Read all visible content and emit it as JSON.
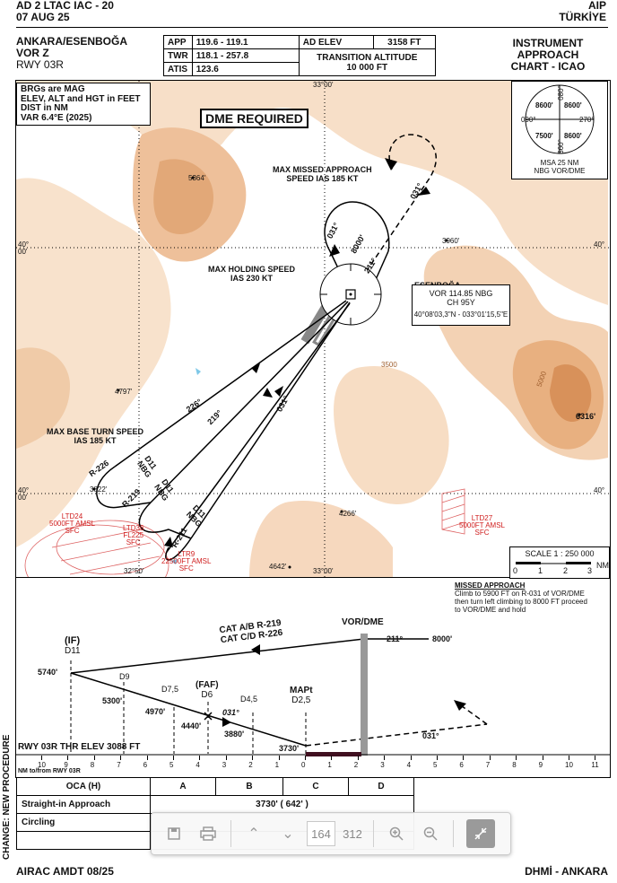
{
  "header": {
    "doc_id": "AD 2 LTAC IAC - 20",
    "date": "07 AUG 25",
    "aip": "AIP",
    "country": "TÜRKİYE"
  },
  "title": {
    "airport": "ANKARA/ESENBOĞA",
    "procedure": "VOR Z",
    "runway": "RWY 03R",
    "chart_type_1": "INSTRUMENT",
    "chart_type_2": "APPROACH",
    "chart_type_3": "CHART - ICAO"
  },
  "frequencies": {
    "app_label": "APP",
    "app": "119.6 - 119.1",
    "twr_label": "TWR",
    "twr": "118.1 - 257.8",
    "atis_label": "ATIS",
    "atis": "123.6",
    "elev_label": "AD ELEV",
    "elev": "3158 FT",
    "ta_label": "TRANSITION ALTITUDE",
    "ta": "10 000 FT"
  },
  "notes": {
    "l1": "BRGs are MAG",
    "l2": "ELEV, ALT and HGT in FEET",
    "l3": "DIST in NM",
    "l4": "VAR 6.4°E (2025)"
  },
  "dme_required": "DME REQUIRED",
  "plan": {
    "max_missed": "MAX MISSED APPROACH",
    "missed_speed": "SPEED IAS 185 KT",
    "max_holding": "MAX HOLDING SPEED",
    "holding_speed": "IAS 230 KT",
    "max_base": "MAX BASE TURN SPEED",
    "base_speed": "IAS 185 KT",
    "lat_top": "33°00'",
    "lat_bottom": "33°00'",
    "lat40a": "40°",
    "lat40b": "40°",
    "lat40c": "40°",
    "lat40d": "40°",
    "lat_bl": "32°50'",
    "lat00a": "00'",
    "lat00b": "00'",
    "vor_name": "ESENBOĞA",
    "vor_freq": "VOR 114.85 NBG",
    "vor_ch": "CH 95Y",
    "vor_coord": "40°08'03,3\"N - 033°01'15,5\"E",
    "brg_031a": "031°",
    "brg_031b": "031°",
    "brg_211": "211°",
    "brg_226": "226°",
    "brg_219": "219°",
    "brg_031c": "031°",
    "alt_8000": "8000'",
    "r226": "R-226",
    "r219": "R-219",
    "r211": "R-211",
    "d11a": "D11",
    "nbga": "NBG",
    "d11b": "D11",
    "nbgb": "NBG",
    "d11c": "D11",
    "nbgc": "NBG",
    "spot_5364": "5364'",
    "spot_3960": "3960'",
    "spot_4797": "4797'",
    "spot_6316": "6316'",
    "spot_3822": "3822'",
    "spot_4266": "4266'",
    "spot_4642": "4642'",
    "ltd24": "LTD24",
    "ltd24_alt": "5000FT AMSL",
    "ltd24_sfc": "SFC",
    "ltd36": "LTD36",
    "ltd36_fl": "FL225",
    "ltd36_sfc": "SFC",
    "ltr9": "LTR9",
    "ltr9_alt": "22500FT AMSL",
    "ltr9_sfc": "SFC",
    "ltd27": "LTD27",
    "ltd27_alt": "5000FT AMSL",
    "ltd27_sfc": "SFC",
    "c3500": "3500",
    "c5000": "5000"
  },
  "msa": {
    "n8600": "8600'",
    "e8600": "8600'",
    "w7500": "7500'",
    "se8600": "8600'",
    "deg090": "090°",
    "deg270": "270°",
    "deg080": "080°",
    "deg360": "360°",
    "label": "MSA 25 NM",
    "label2": "NBG VOR/DME"
  },
  "scale": {
    "label": "SCALE 1 : 250 000",
    "t0": "0",
    "t1": "1",
    "t2": "2",
    "t3": "3",
    "unit": "NM"
  },
  "missed": {
    "title": "MISSED APPROACH",
    "l1": "Climb to 5900 FT on R-031 of VOR/DME",
    "l2": "then turn left climbing to 8000 FT proceed",
    "l3": "to VOR/DME and hold"
  },
  "profile": {
    "vordme": "VOR/DME",
    "cat_ab": "CAT A/B R-219",
    "cat_cd": "CAT C/D R-226",
    "brg211": "211°",
    "alt8000": "8000'",
    "if": "(IF)",
    "d11": "D11",
    "alt5740": "5740'",
    "d9": "D9",
    "alt5300": "5300'",
    "d75": "D7,5",
    "alt4970": "4970'",
    "faf": "(FAF)",
    "d6": "D6",
    "alt4440": "4440'",
    "brg031": "031°",
    "d45": "D4,5",
    "alt3880": "3880'",
    "mapt": "MAPt",
    "d25": "D2,5",
    "alt3730": "3730'",
    "brg031b": "031°",
    "thr": "RWY 03R THR ELEV 3088 FT",
    "nm_label": "NM to/from RWY 03R",
    "ticks_left": [
      "10",
      "9",
      "8",
      "7",
      "6",
      "5",
      "4",
      "3",
      "2",
      "1",
      "0"
    ],
    "ticks_right": [
      "1",
      "2",
      "3",
      "4",
      "5",
      "6",
      "7",
      "8",
      "9",
      "10",
      "11"
    ]
  },
  "oca": {
    "header": "OCA (H)",
    "A": "A",
    "B": "B",
    "C": "C",
    "D": "D",
    "straight_label": "Straight-in Approach",
    "straight_val": "3730' ( 642' )",
    "circling_label": "Circling"
  },
  "change": "CHANGE: NEW PROCEDURE",
  "footer": {
    "left": "AIRAC AMDT 08/25",
    "right": "DHMİ - ANKARA"
  },
  "toolbar": {
    "page_current": "164",
    "page_total": "312"
  }
}
